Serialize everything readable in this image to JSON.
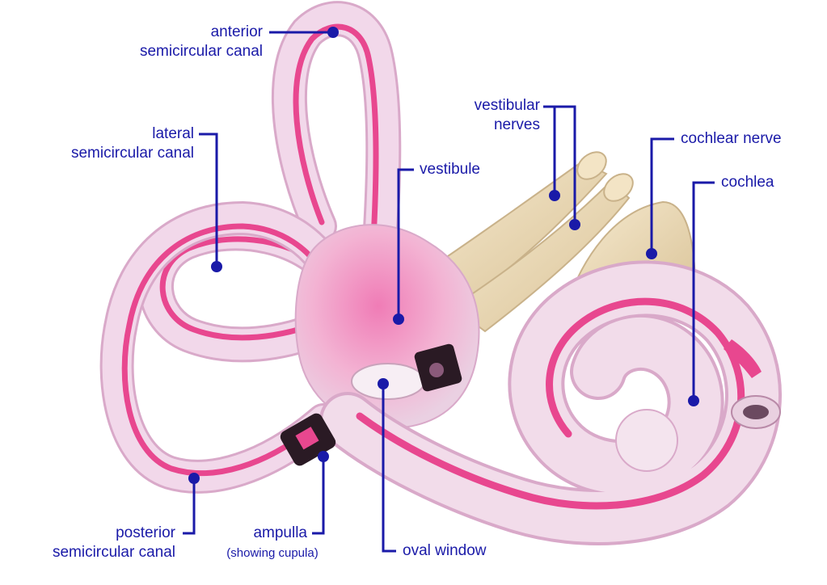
{
  "labels": {
    "anterior": [
      "anterior",
      "semicircular canal"
    ],
    "lateral": [
      "lateral",
      "semicircular canal"
    ],
    "vestibular": [
      "vestibular",
      "nerves"
    ],
    "cochlear_nerve": "cochlear nerve",
    "cochlea": "cochlea",
    "vestibule": "vestibule",
    "posterior": [
      "posterior",
      "semicircular canal"
    ],
    "ampulla": "ampulla",
    "ampulla_note": "(showing cupula)",
    "oval_window": "oval window"
  },
  "colors": {
    "label_text": "#1a1aa8",
    "pointer": "#1a1aa8",
    "tissue": "#f2d8ea",
    "tissue_shadow": "#d9a9c9",
    "pink_stripe": "#e8478f",
    "nerve": "#ecd9b0",
    "nerve_shadow": "#c9b28a"
  }
}
